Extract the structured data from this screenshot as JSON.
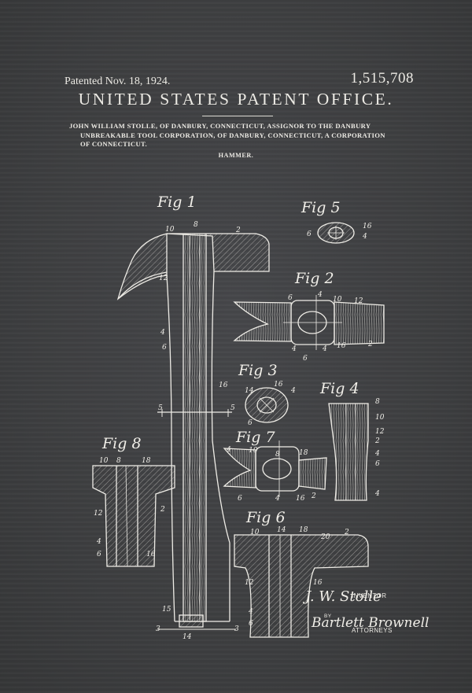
{
  "header": {
    "patented": "Patented Nov. 18, 1924.",
    "patent_number": "1,515,708",
    "office": "UNITED STATES PATENT OFFICE."
  },
  "assignment": {
    "line1": "JOHN WILLIAM STOLLE, OF DANBURY, CONNECTICUT, ASSIGNOR TO THE DANBURY",
    "line2": "UNBREAKABLE TOOL CORPORATION, OF DANBURY, CONNECTICUT, A CORPORATION",
    "line3": "OF CONNECTICUT."
  },
  "subject": "HAMMER.",
  "figures": {
    "fig1": "Fig 1",
    "fig2": "Fig 2",
    "fig3": "Fig 3",
    "fig4": "Fig 4",
    "fig5": "Fig 5",
    "fig6": "Fig 6",
    "fig7": "Fig 7",
    "fig8": "Fig 8"
  },
  "reference_numerals": {
    "n2": "2",
    "n3": "3",
    "n4": "4",
    "n5": "5",
    "n6": "6",
    "n8": "8",
    "n10": "10",
    "n12": "12",
    "n14": "14",
    "n15": "15",
    "n16": "16",
    "n18": "18",
    "n20": "20"
  },
  "signatures": {
    "inventor_label": "INVENTOR",
    "inventor_signature": "J. W. Stolle",
    "by_label": "BY",
    "attorney_signature": "Bartlett Brownell",
    "attorneys_label": "ATTORNEYS"
  },
  "colors": {
    "background": "#3e3f40",
    "ink": "#eceae4"
  }
}
